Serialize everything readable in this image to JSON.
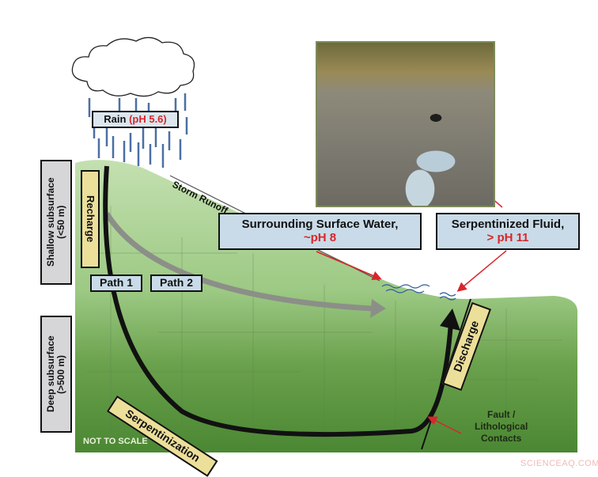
{
  "diagram": {
    "rain": {
      "label": "Rain",
      "ph": "(pH 5.6)"
    },
    "storm_runoff": "Storm Runoff",
    "zones": {
      "shallow": {
        "line1": "Shallow subsurface",
        "line2": "(<50 m)"
      },
      "deep": {
        "line1": "Deep subsurface",
        "line2": "(>500 m)"
      }
    },
    "recharge": "Recharge",
    "discharge": "Discharge",
    "serpentinization": "Serpentinization",
    "paths": [
      "Path 1",
      "Path 2"
    ],
    "surface_water": {
      "label": "Surrounding Surface Water,",
      "ph": "~pH 8"
    },
    "serpentinized_fluid": {
      "label": "Serpentinized Fluid,",
      "ph": "> pH 11"
    },
    "fault": {
      "line1": "Fault /",
      "line2": "Lithological",
      "line3": "Contacts"
    },
    "not_to_scale": "NOT TO SCALE",
    "watermark": "SCIENCEAQ.COM",
    "colors": {
      "ground_light": "#c2dfae",
      "ground_dark": "#4e8a35",
      "label_gray": "#d6d6d8",
      "label_blue": "#c9dbe8",
      "label_yellow": "#ecdf9a",
      "ph_red": "#d8262b",
      "rain_blue": "#4a6fa5"
    }
  }
}
